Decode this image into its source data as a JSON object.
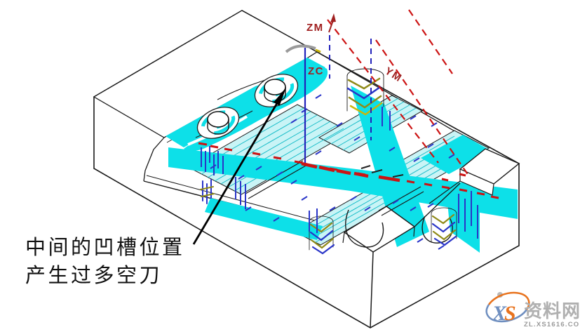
{
  "labels": {
    "zm": "ZM",
    "zc": "ZC",
    "ym": "YM"
  },
  "annotation": {
    "line1": "中间的凹槽位置",
    "line2": "产生过多空刀"
  },
  "watermark": {
    "x": "X",
    "s": "S",
    "site": "资料网",
    "url": "ZL.XS1616.COM"
  },
  "colors": {
    "toolpath": "#0de0e8",
    "hatch": "#17bcc8",
    "tint": "#c9f4f6",
    "rapid": "#cc1313",
    "plunge": "#2a35c8",
    "axis_line": "#2222bb",
    "axis_label": "#a02020",
    "helix_olive": "#8f8a18",
    "helix_yellow": "#c9b60a",
    "ink": "#111111",
    "outline": "#1a1a1a",
    "watermark_gray": "#b0b0b0",
    "watermark_orange": "#e8731e",
    "watermark_blue": "#6f8fc0"
  }
}
